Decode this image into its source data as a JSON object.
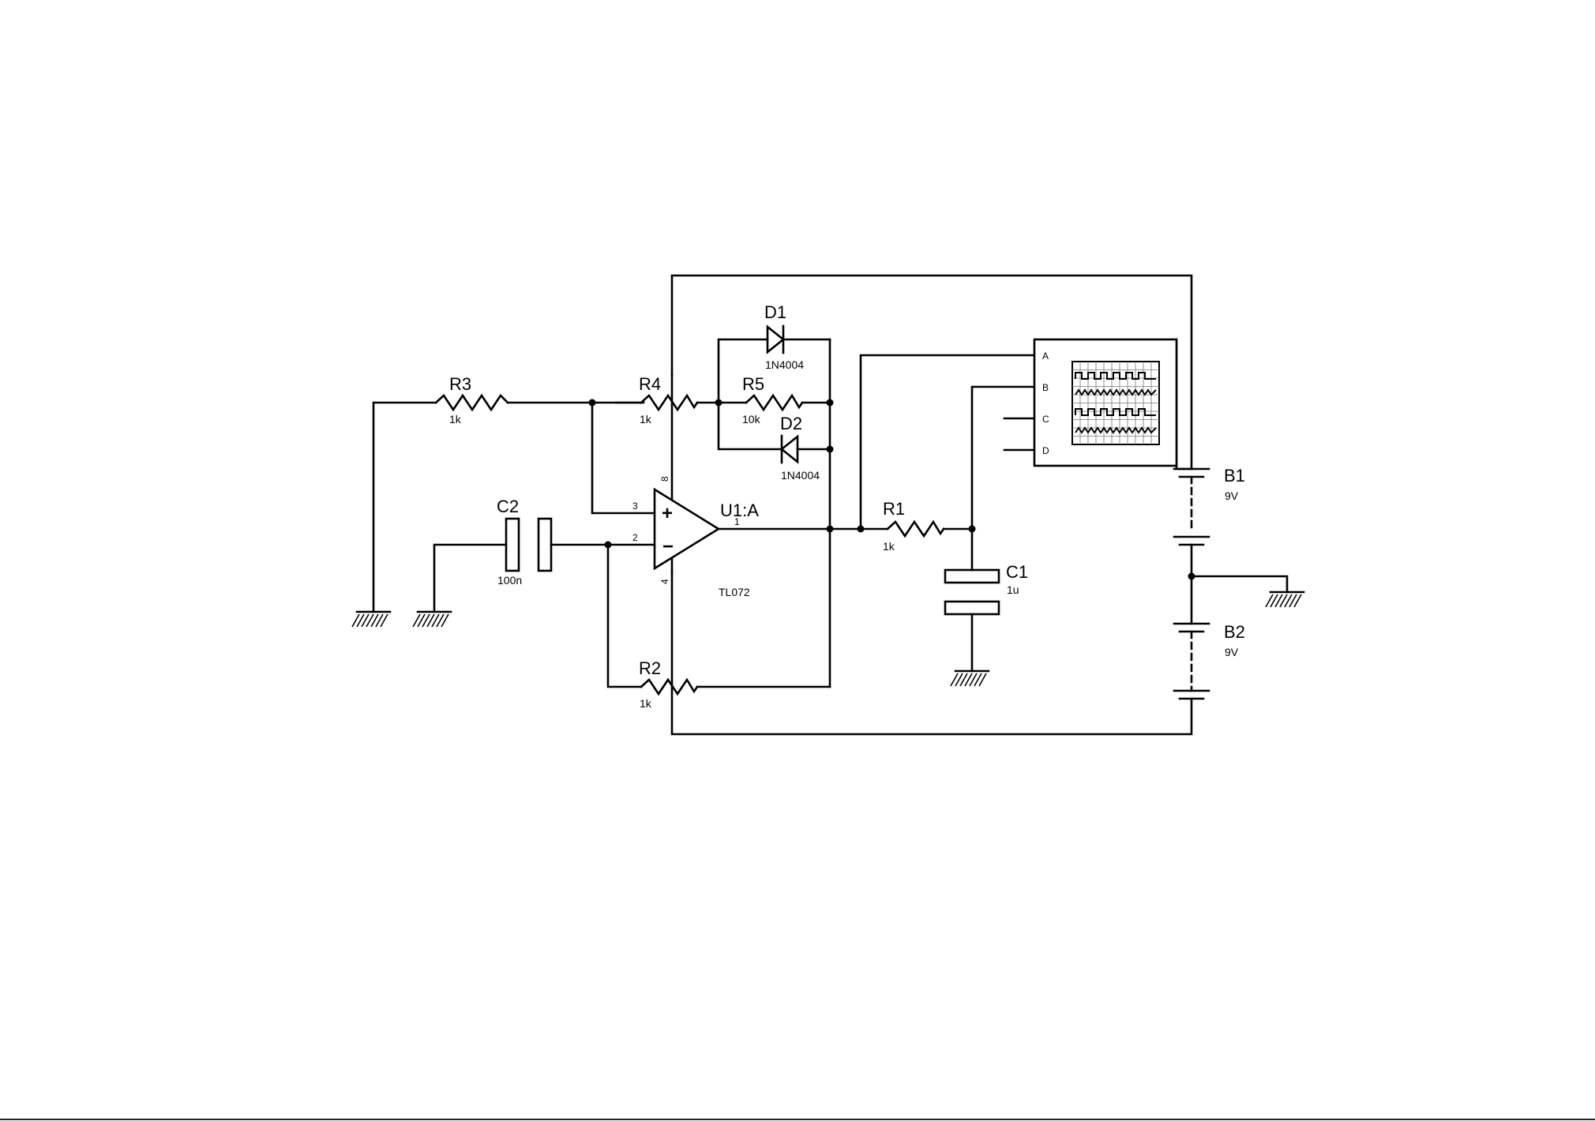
{
  "components": {
    "R3": {
      "ref": "R3",
      "value": "1k"
    },
    "R4": {
      "ref": "R4",
      "value": "1k"
    },
    "R5": {
      "ref": "R5",
      "value": "10k"
    },
    "R2": {
      "ref": "R2",
      "value": "1k"
    },
    "R1": {
      "ref": "R1",
      "value": "1k"
    },
    "C2": {
      "ref": "C2",
      "value": "100n"
    },
    "C1": {
      "ref": "C1",
      "value": "1u"
    },
    "D1": {
      "ref": "D1",
      "value": "1N4004"
    },
    "D2": {
      "ref": "D2",
      "value": "1N4004"
    },
    "U1": {
      "ref": "U1:A",
      "part": "TL072",
      "pin_plus": "3",
      "pin_minus": "2",
      "pin_out": "1",
      "pin_vplus": "8",
      "pin_vminus": "4",
      "plus_sign": "+",
      "minus_sign": "−"
    },
    "B1": {
      "ref": "B1",
      "value": "9V"
    },
    "B2": {
      "ref": "B2",
      "value": "9V"
    }
  },
  "scope": {
    "channels": [
      "A",
      "B",
      "C",
      "D"
    ]
  }
}
